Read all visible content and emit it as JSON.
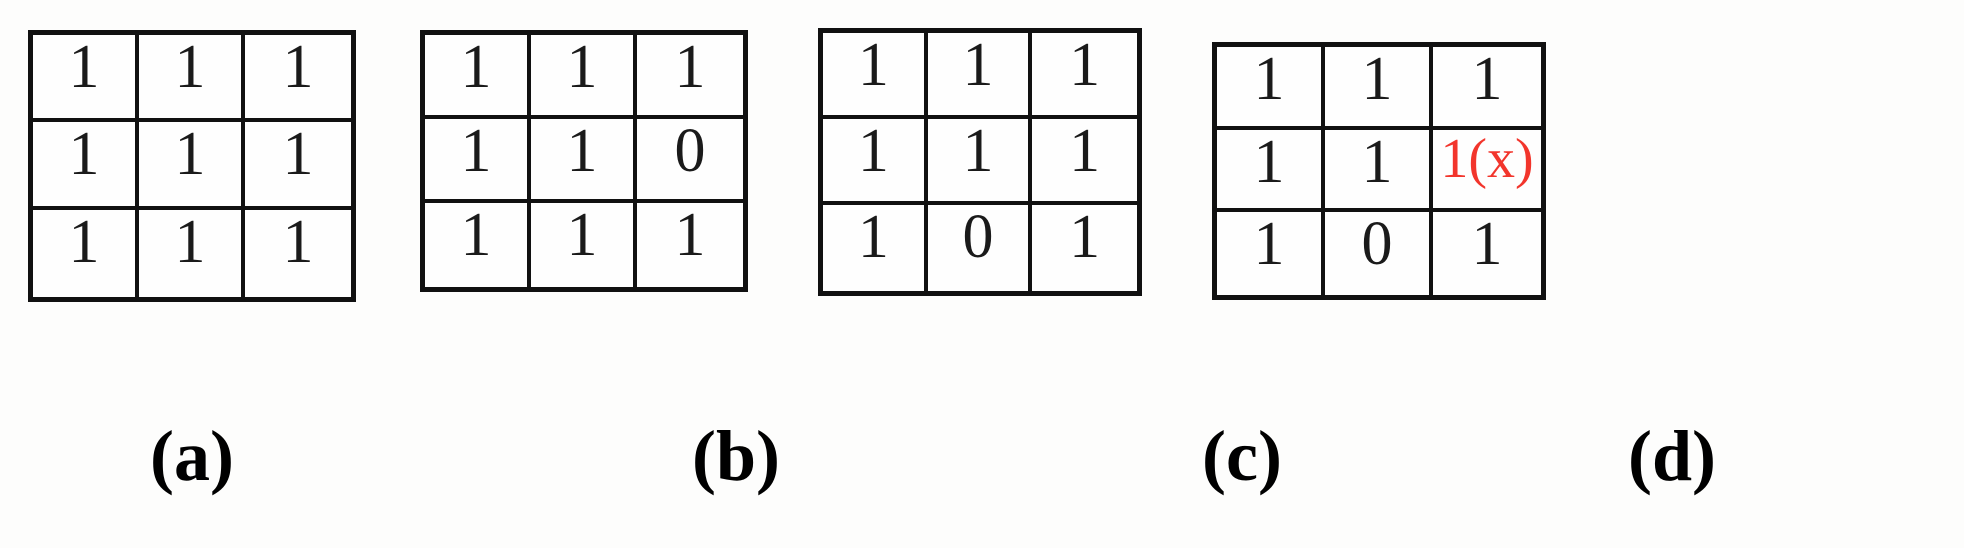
{
  "figure": {
    "title": "",
    "background_color": "#fdfdfc",
    "border_color": "#111111",
    "digit_color": "#1a1a1a",
    "highlight_color": "#f2352c"
  },
  "panels": [
    {
      "id": "a",
      "label": "(a)",
      "rows": [
        [
          "1",
          "1",
          "1"
        ],
        [
          "1",
          "1",
          "1"
        ],
        [
          "1",
          "1",
          "1"
        ]
      ],
      "highlight_cells": []
    },
    {
      "id": "b",
      "label": "(b)",
      "rows": [
        [
          "1",
          "1",
          "1"
        ],
        [
          "1",
          "1",
          "0"
        ],
        [
          "1",
          "1",
          "1"
        ]
      ],
      "highlight_cells": []
    },
    {
      "id": "c",
      "label": "(c)",
      "rows": [
        [
          "1",
          "1",
          "1"
        ],
        [
          "1",
          "1",
          "1"
        ],
        [
          "1",
          "0",
          "1"
        ]
      ],
      "highlight_cells": []
    },
    {
      "id": "d",
      "label": "(d)",
      "rows": [
        [
          "1",
          "1",
          "1"
        ],
        [
          "1",
          "1",
          "1(x)"
        ],
        [
          "1",
          "0",
          "1"
        ]
      ],
      "highlight_cells": [
        [
          1,
          2
        ]
      ]
    }
  ],
  "chart_data": {
    "type": "table",
    "title": "",
    "xlabel": "",
    "ylabel": "",
    "description": "Four 3x3 binary neighbourhood grids labelled (a) through (d)",
    "panel_labels": [
      "(a)",
      "(b)",
      "(c)",
      "(d)"
    ],
    "grids": [
      {
        "label": "(a)",
        "values": [
          [
            1,
            1,
            1
          ],
          [
            1,
            1,
            1
          ],
          [
            1,
            1,
            1
          ]
        ],
        "annotations": []
      },
      {
        "label": "(b)",
        "values": [
          [
            1,
            1,
            1
          ],
          [
            1,
            1,
            0
          ],
          [
            1,
            1,
            1
          ]
        ],
        "annotations": []
      },
      {
        "label": "(c)",
        "values": [
          [
            1,
            1,
            1
          ],
          [
            1,
            1,
            1
          ],
          [
            1,
            0,
            1
          ]
        ],
        "annotations": []
      },
      {
        "label": "(d)",
        "values": [
          [
            1,
            1,
            1
          ],
          [
            1,
            1,
            1
          ],
          [
            1,
            0,
            1
          ]
        ],
        "annotations": [
          {
            "row": 1,
            "col": 2,
            "text": "1(x)",
            "color": "#f2352c"
          }
        ]
      }
    ]
  }
}
